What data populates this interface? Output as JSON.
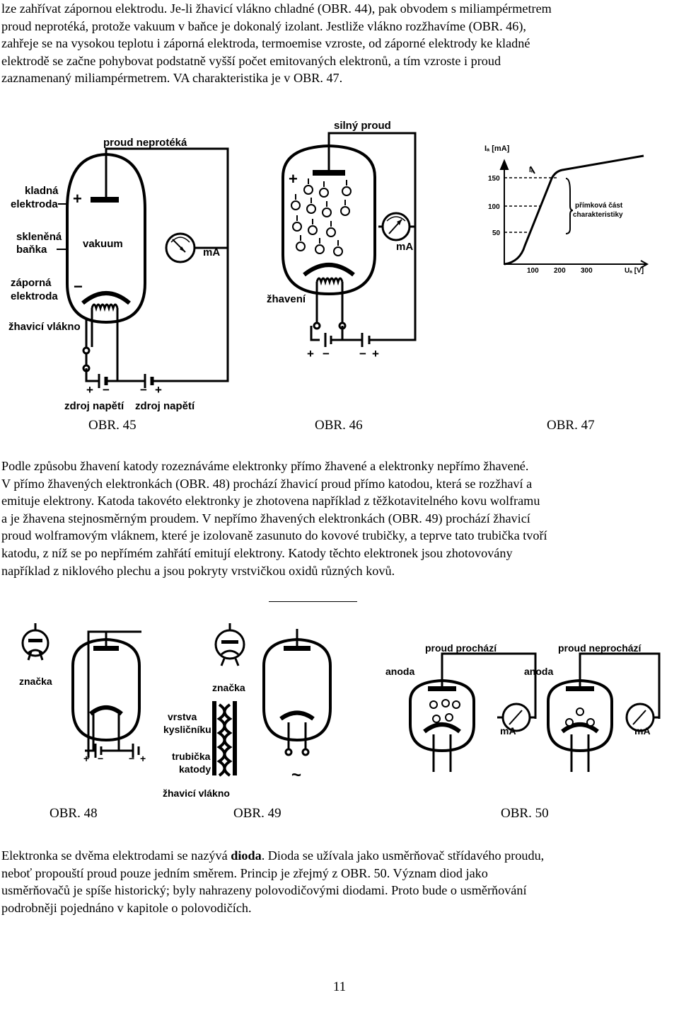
{
  "p1": {
    "l1": "lze zahřívat zápornou elektrodu. Je-li žhavicí vlákno chladné (",
    "l1b": "OBR",
    "l1c": ". 44), pak obvodem s miliampérmetrem",
    "l2": "proud neprotéká, protože vakuum v baňce je dokonalý izolant. Jestliže vlákno rozžhavíme (",
    "l2b": "OBR",
    "l2c": ". 46),",
    "l3": "zahřeje se na vysokou teplotu i záporná elektroda, termoemise vzroste, od záporné elektrody ke kladné",
    "l4": "elektrodě se začne pohybovat podstatně vyšší počet emitovaných elektronů, a tím vzroste i proud",
    "l5": "zaznamenaný miliampérmetrem. VA charakteristika je v ",
    "l5b": "OBR",
    "l5c": ". 47."
  },
  "fig45": {
    "proud_neproteka": "proud neprotéká",
    "kladna": "kladná",
    "elektroda": "elektroda",
    "sklenena": "skleněná",
    "banka": "baňka",
    "vakuum": "vakuum",
    "ma": "mA",
    "zaporna": "záporná",
    "elektroda2": "elektroda",
    "zhavici_vlakno": "žhavicí vlákno",
    "zdroj1": "zdroj napětí",
    "zdroj2": "zdroj napětí",
    "plus": "+",
    "minus": "−"
  },
  "fig46": {
    "silny_proud": "silný proud",
    "ma": "mA",
    "zhaveni": "žhavení"
  },
  "fig47": {
    "ia": "Iₐ [mA]",
    "ia_small": "Iₐ",
    "y150": "150",
    "y100": "100",
    "y50": "50",
    "x100": "100",
    "x200": "200",
    "x300": "300",
    "ua": "Uₐ [V]",
    "primkova": "přímková část",
    "charakteristiky": "charakteristiky"
  },
  "captions_row1": {
    "c45a": "O",
    "c45b": "BR",
    "c45c": ". 45",
    "c46a": "O",
    "c46b": "BR",
    "c46c": ". 46",
    "c47a": "O",
    "c47b": "BR",
    "c47c": ". 47"
  },
  "p2": {
    "l1": "Podle způsobu žhavení katody rozeznáváme elektronky přímo žhavené a elektronky nepřímo žhavené.",
    "l2a": "V přímo žhavených elektronkách (",
    "l2b": "OBR",
    "l2c": ". 48) prochází žhavicí proud přímo katodou, která se rozžhaví a",
    "l3": "emituje elektrony. Katoda takovéto elektronky je zhotovena například z těžkotavitelného kovu wolframu",
    "l4a": "a je žhavena stejnosměrným proudem. V nepřímo žhavených elektronkách (",
    "l4b": "OBR",
    "l4c": ". 49) prochází žhavicí",
    "l5": "proud wolframovým vláknem, které je izolovaně zasunuto do kovové trubičky, a teprve tato trubička tvoří",
    "l6": "katodu, z níž se po nepřímém zahřátí emitují elektrony. Katody těchto elektronek jsou zhotovovány",
    "l7": "například z niklového plechu a jsou pokryty vrstvičkou oxidů různých kovů."
  },
  "fig48": {
    "znacka": "značka"
  },
  "fig49": {
    "znacka": "značka",
    "vrstva": "vrstva",
    "kyslicniku": "kysličníku",
    "trubicka": "trubička",
    "katody": "katody",
    "zhavici_vlakno": "žhavicí vlákno",
    "tilde": "~"
  },
  "fig50": {
    "proud_prochazi": "proud prochází",
    "proud_neprochazi": "proud neprochází",
    "anoda1": "anoda",
    "anoda2": "anoda",
    "ma1": "mA",
    "ma2": "mA"
  },
  "captions_row2": {
    "c48a": "O",
    "c48b": "BR",
    "c48c": ". 48",
    "c49a": "O",
    "c49b": "BR",
    "c49c": ". 49",
    "c50a": "O",
    "c50b": "BR",
    "c50c": ". 50"
  },
  "p3": {
    "l1a": "Elektronka se dvěma elektrodami se nazývá ",
    "l1b": "dioda",
    "l1c": ". Dioda se užívala jako usměrňovač střídavého proudu,",
    "l2a": "neboť propouští proud pouze jedním směrem. Princip je zřejmý z ",
    "l2b": "OBR",
    "l2c": ". 50. Význam diod jako",
    "l3": "usměrňovačů je spíše historický; byly nahrazeny polovodičovými diodami. Proto bude o usměrňování",
    "l4": "podrobněji pojednáno v kapitole o polovodičích."
  },
  "page_number": "11"
}
